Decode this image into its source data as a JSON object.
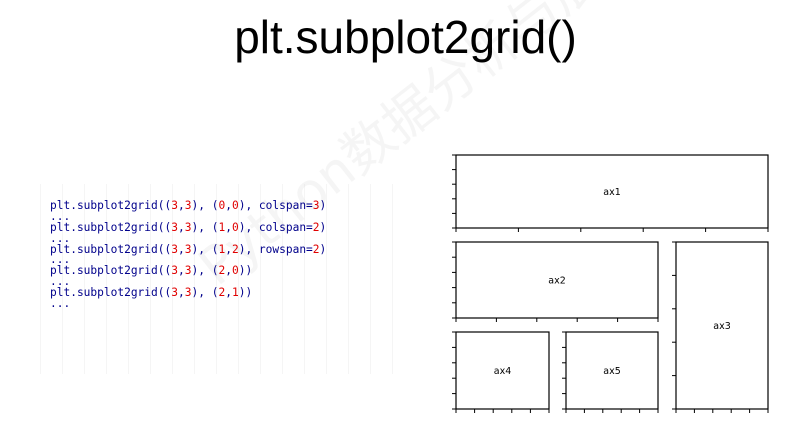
{
  "title": "plt.subplot2grid()",
  "watermark": "Python数据分析与展示",
  "code_lines": [
    [
      {
        "t": "plt.subplot2grid((",
        "c": "txt"
      },
      {
        "t": "3",
        "c": "num"
      },
      {
        "t": ",",
        "c": "txt"
      },
      {
        "t": "3",
        "c": "num"
      },
      {
        "t": "), (",
        "c": "txt"
      },
      {
        "t": "0",
        "c": "num"
      },
      {
        "t": ",",
        "c": "txt"
      },
      {
        "t": "0",
        "c": "num"
      },
      {
        "t": "), colspan=",
        "c": "txt"
      },
      {
        "t": "3",
        "c": "num"
      },
      {
        "t": ")",
        "c": "txt"
      }
    ],
    [
      {
        "t": "...",
        "c": "txt"
      }
    ],
    [
      {
        "t": "plt.subplot2grid((",
        "c": "txt"
      },
      {
        "t": "3",
        "c": "num"
      },
      {
        "t": ",",
        "c": "txt"
      },
      {
        "t": "3",
        "c": "num"
      },
      {
        "t": "), (",
        "c": "txt"
      },
      {
        "t": "1",
        "c": "num"
      },
      {
        "t": ",",
        "c": "txt"
      },
      {
        "t": "0",
        "c": "num"
      },
      {
        "t": "), colspan=",
        "c": "txt"
      },
      {
        "t": "2",
        "c": "num"
      },
      {
        "t": ")",
        "c": "txt"
      }
    ],
    [
      {
        "t": "...",
        "c": "txt"
      }
    ],
    [
      {
        "t": "plt.subplot2grid((",
        "c": "txt"
      },
      {
        "t": "3",
        "c": "num"
      },
      {
        "t": ",",
        "c": "txt"
      },
      {
        "t": "3",
        "c": "num"
      },
      {
        "t": "), (",
        "c": "txt"
      },
      {
        "t": "1",
        "c": "num"
      },
      {
        "t": ",",
        "c": "txt"
      },
      {
        "t": "2",
        "c": "num"
      },
      {
        "t": "), rowspan=",
        "c": "txt"
      },
      {
        "t": "2",
        "c": "num"
      },
      {
        "t": ")",
        "c": "txt"
      }
    ],
    [
      {
        "t": "...",
        "c": "txt"
      }
    ],
    [
      {
        "t": "plt.subplot2grid((",
        "c": "txt"
      },
      {
        "t": "3",
        "c": "num"
      },
      {
        "t": ",",
        "c": "txt"
      },
      {
        "t": "3",
        "c": "num"
      },
      {
        "t": "), (",
        "c": "txt"
      },
      {
        "t": "2",
        "c": "num"
      },
      {
        "t": ",",
        "c": "txt"
      },
      {
        "t": "0",
        "c": "num"
      },
      {
        "t": "))",
        "c": "txt"
      }
    ],
    [
      {
        "t": "...",
        "c": "txt"
      }
    ],
    [
      {
        "t": "plt.subplot2grid((",
        "c": "txt"
      },
      {
        "t": "3",
        "c": "num"
      },
      {
        "t": ",",
        "c": "txt"
      },
      {
        "t": "3",
        "c": "num"
      },
      {
        "t": "), (",
        "c": "txt"
      },
      {
        "t": "2",
        "c": "num"
      },
      {
        "t": ",",
        "c": "txt"
      },
      {
        "t": "1",
        "c": "num"
      },
      {
        "t": "))",
        "c": "txt"
      }
    ],
    [
      {
        "t": "...",
        "c": "txt"
      }
    ]
  ],
  "grid": {
    "rows": 3,
    "cols": 3,
    "axes": [
      {
        "label": "ax1",
        "row": 0,
        "col": 0,
        "rowspan": 1,
        "colspan": 3
      },
      {
        "label": "ax2",
        "row": 1,
        "col": 0,
        "rowspan": 1,
        "colspan": 2
      },
      {
        "label": "ax3",
        "row": 1,
        "col": 2,
        "rowspan": 2,
        "colspan": 1
      },
      {
        "label": "ax4",
        "row": 2,
        "col": 0,
        "rowspan": 1,
        "colspan": 1
      },
      {
        "label": "ax5",
        "row": 2,
        "col": 1,
        "rowspan": 1,
        "colspan": 1
      }
    ]
  },
  "colors": {
    "code_text": "#00008b",
    "code_number": "#e00000",
    "axes_border": "#000000"
  }
}
